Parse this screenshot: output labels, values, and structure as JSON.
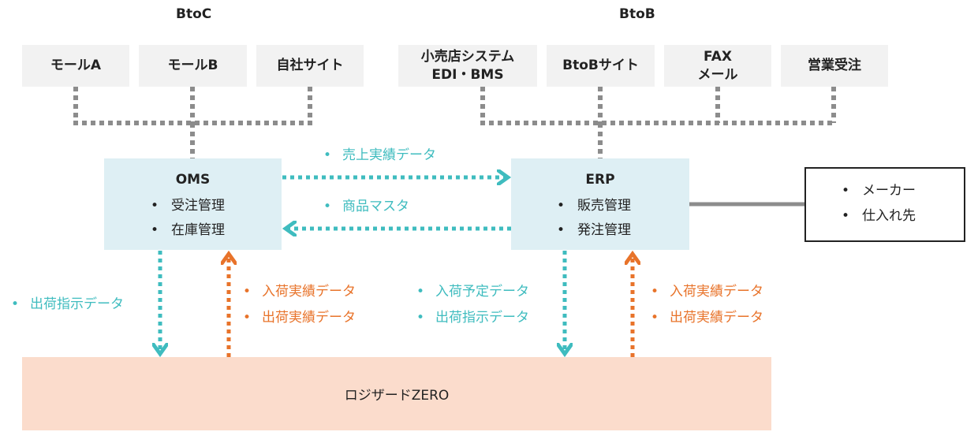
{
  "headers": {
    "btoc": "BtoC",
    "btob": "BtoB"
  },
  "channels": {
    "mall_a": "モールA",
    "mall_b": "モールB",
    "own_site": "自社サイト",
    "edi_line1": "小売店システム",
    "edi_line2": "EDI・BMS",
    "btob_site": "BtoBサイト",
    "fax_line1": "FAX",
    "fax_line2": "メール",
    "sales": "営業受注"
  },
  "oms": {
    "title": "OMS",
    "items": [
      "受注管理",
      "在庫管理"
    ]
  },
  "erp": {
    "title": "ERP",
    "items": [
      "販売管理",
      "発注管理"
    ]
  },
  "partners": {
    "items": [
      "メーカー",
      "仕入れ先"
    ]
  },
  "flows": {
    "oms_to_erp": "売上実績データ",
    "erp_to_oms": "商品マスタ",
    "oms_down": [
      "出荷指示データ"
    ],
    "oms_up": [
      "入荷実績データ",
      "出荷実績データ"
    ],
    "erp_down": [
      "入荷予定データ",
      "出荷指示データ"
    ],
    "erp_up": [
      "入荷実績データ",
      "出荷実績データ"
    ]
  },
  "wms": {
    "label": "ロジザードZERO"
  },
  "colors": {
    "teal": "#3fbcbf",
    "orange": "#e8732a",
    "connector_gray": "#8c8c8c",
    "system_box": "#deeff4",
    "wms_box": "#fbdccc"
  }
}
